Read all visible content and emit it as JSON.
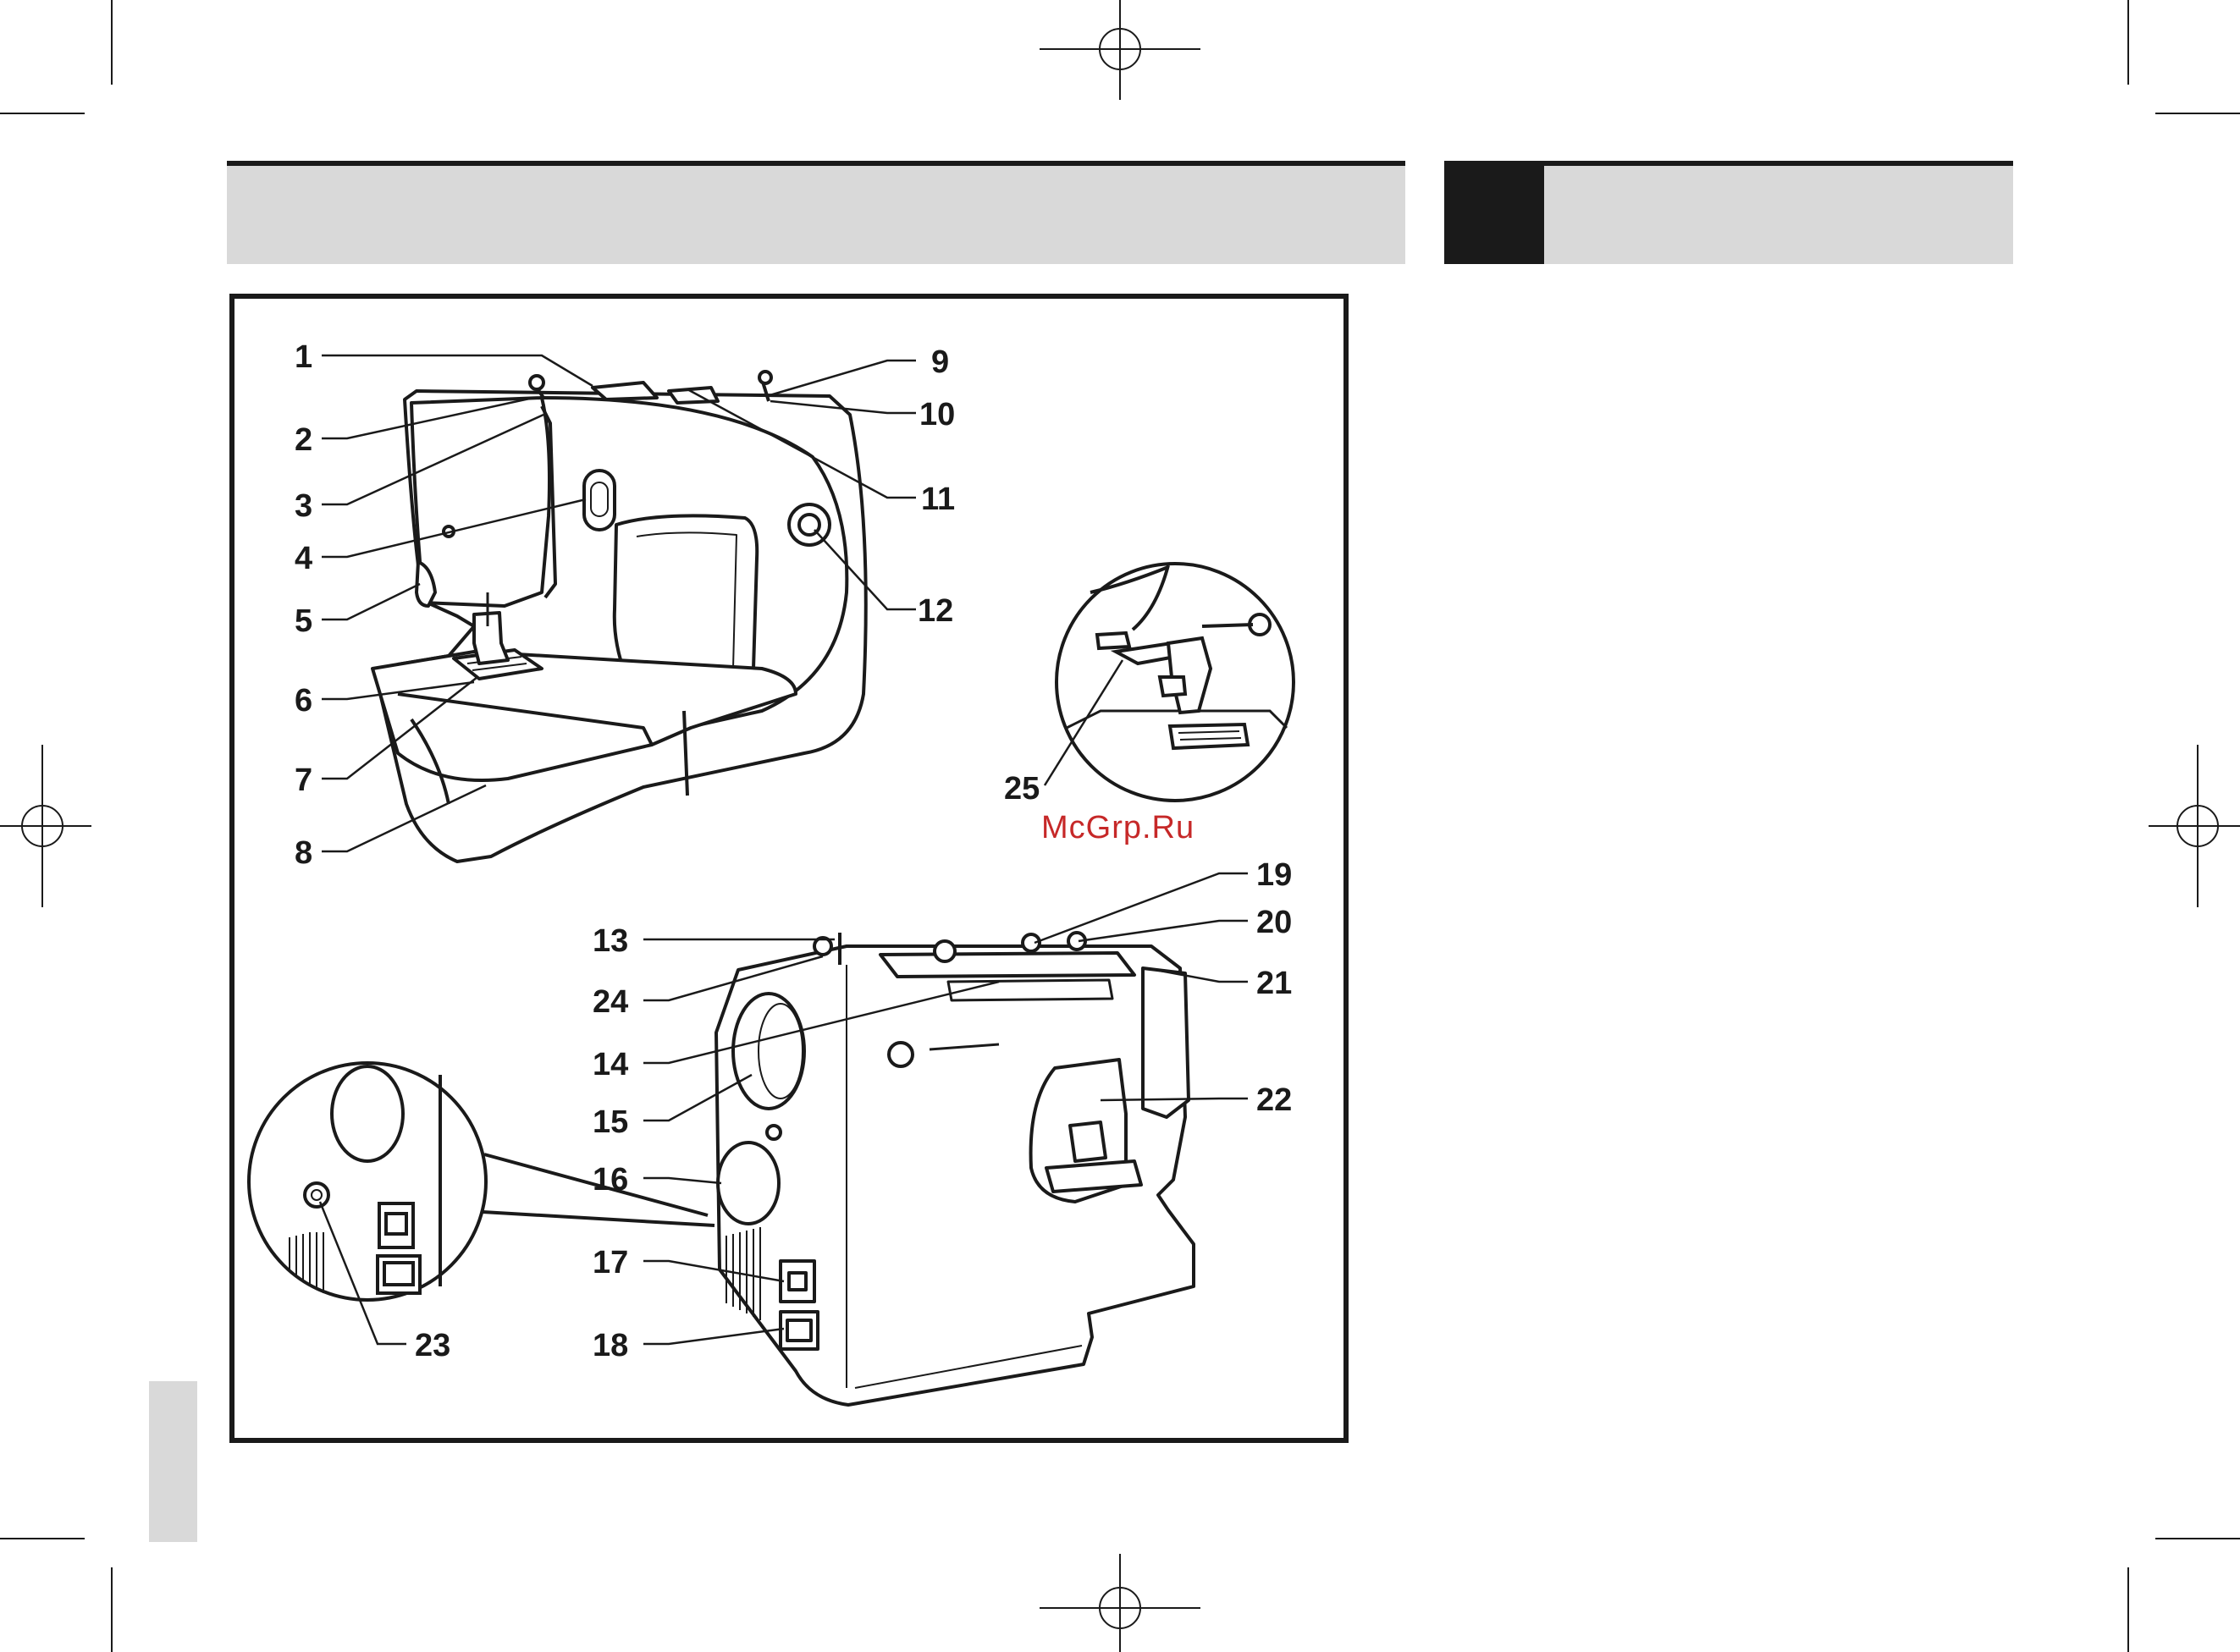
{
  "callouts": {
    "c1": "1",
    "c2": "2",
    "c3": "3",
    "c4": "4",
    "c5": "5",
    "c6": "6",
    "c7": "7",
    "c8": "8",
    "c9": "9",
    "c10": "10",
    "c11": "11",
    "c12": "12",
    "c13": "13",
    "c14": "14",
    "c15": "15",
    "c16": "16",
    "c17": "17",
    "c18": "18",
    "c19": "19",
    "c20": "20",
    "c21": "21",
    "c22": "22",
    "c23": "23",
    "c24": "24",
    "c25": "25"
  },
  "watermark": "McGrp.Ru",
  "colors": {
    "ink": "#1a1a1a",
    "header_gray": "#d9d9d9",
    "watermark_red": "#c62828"
  },
  "icons": {
    "registration_marks": "crosshair-registration-mark",
    "crop_marks": "crop-mark"
  }
}
